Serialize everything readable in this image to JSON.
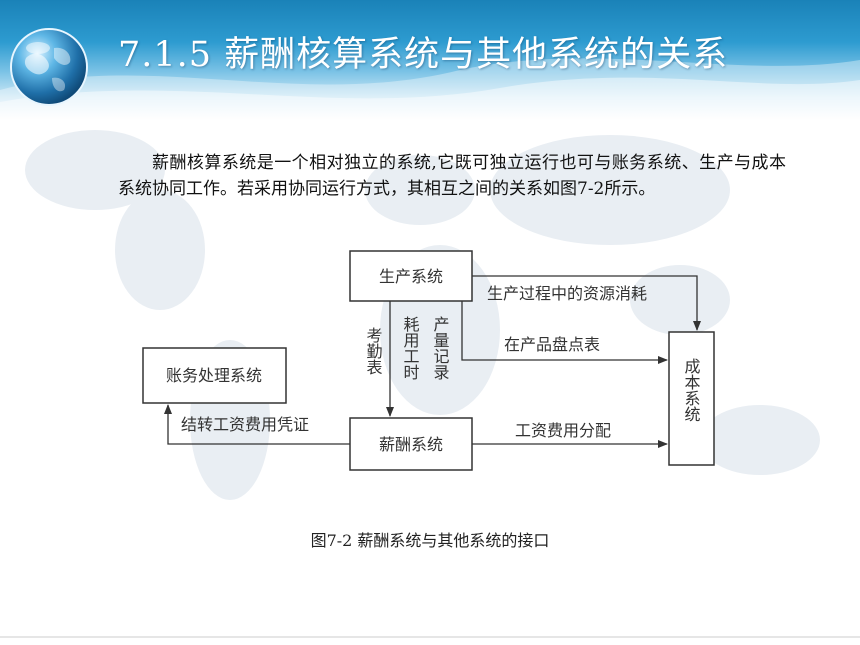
{
  "slide": {
    "title": "7.1.5   薪酬核算系统与其他系统的关系",
    "paragraph": "薪酬核算系统是一个相对独立的系统,它既可独立运行也可与账务系统、生产与成本系统协同工作。若采用协同运行方式，其相互之间的关系如图7-2所示。",
    "caption": "图7-2  薪酬系统与其他系统的接口"
  },
  "diagram": {
    "nodes": {
      "production": "生产系统",
      "accounting": "账务处理系统",
      "payroll": "薪酬系统",
      "cost": "成本系统"
    },
    "edges": {
      "resource_consumption": "生产过程中的资源消耗",
      "product_inventory": "在产品盘点表",
      "attendance": "考勤表",
      "labor_hours": "耗用工时",
      "output_record": "产量记录",
      "salary_voucher": "结转工资费用凭证",
      "salary_allocation": "工资费用分配"
    }
  },
  "colors": {
    "header_blue": "#1a82b8",
    "box_border": "#333333",
    "title_text": "#ffffff"
  },
  "icons": [
    "globe-icon"
  ]
}
